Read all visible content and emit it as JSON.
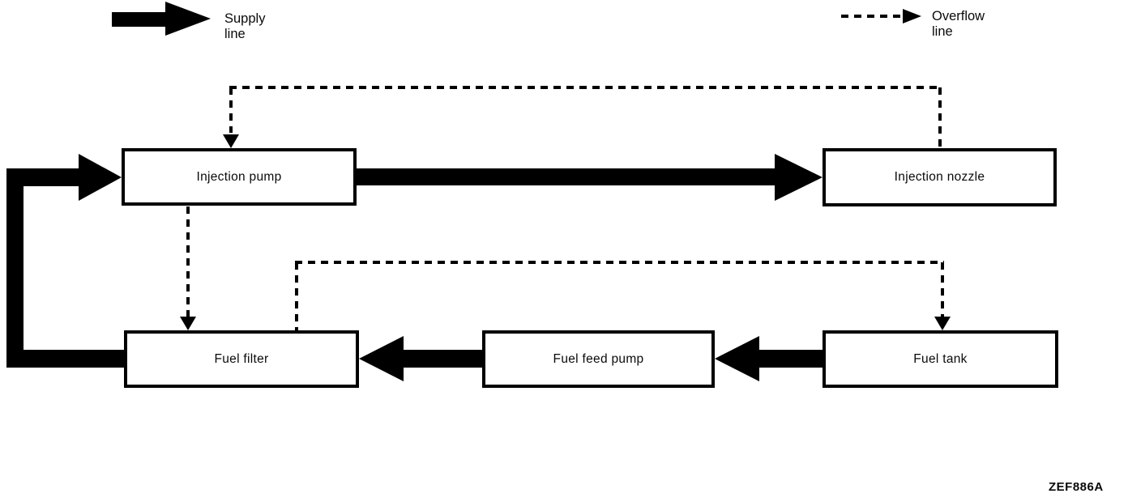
{
  "legend": {
    "supply": {
      "label": "Supply line",
      "icon": "supply-line-arrow-icon"
    },
    "overflow": {
      "label": "Overflow line",
      "icon": "overflow-line-arrow-icon"
    }
  },
  "nodes": {
    "injection_pump": {
      "label": "Injection pump"
    },
    "injection_nozzle": {
      "label": "Injection nozzle"
    },
    "fuel_filter": {
      "label": "Fuel filter"
    },
    "fuel_feed_pump": {
      "label": "Fuel feed pump"
    },
    "fuel_tank": {
      "label": "Fuel tank"
    }
  },
  "edges": [
    {
      "type": "supply",
      "from": "Fuel tank",
      "to": "Fuel feed pump"
    },
    {
      "type": "supply",
      "from": "Fuel feed pump",
      "to": "Fuel filter"
    },
    {
      "type": "supply",
      "from": "Fuel filter",
      "to": "Injection pump"
    },
    {
      "type": "supply",
      "from": "Injection pump",
      "to": "Injection nozzle"
    },
    {
      "type": "overflow",
      "from": "Injection nozzle",
      "to": "Injection pump"
    },
    {
      "type": "overflow",
      "from": "Injection pump",
      "to": "Fuel filter"
    },
    {
      "type": "overflow",
      "from": "Fuel filter",
      "to": "Fuel tank"
    }
  ],
  "figure_code": "ZEF886A",
  "colors": {
    "ink": "#000000",
    "background": "#ffffff"
  }
}
